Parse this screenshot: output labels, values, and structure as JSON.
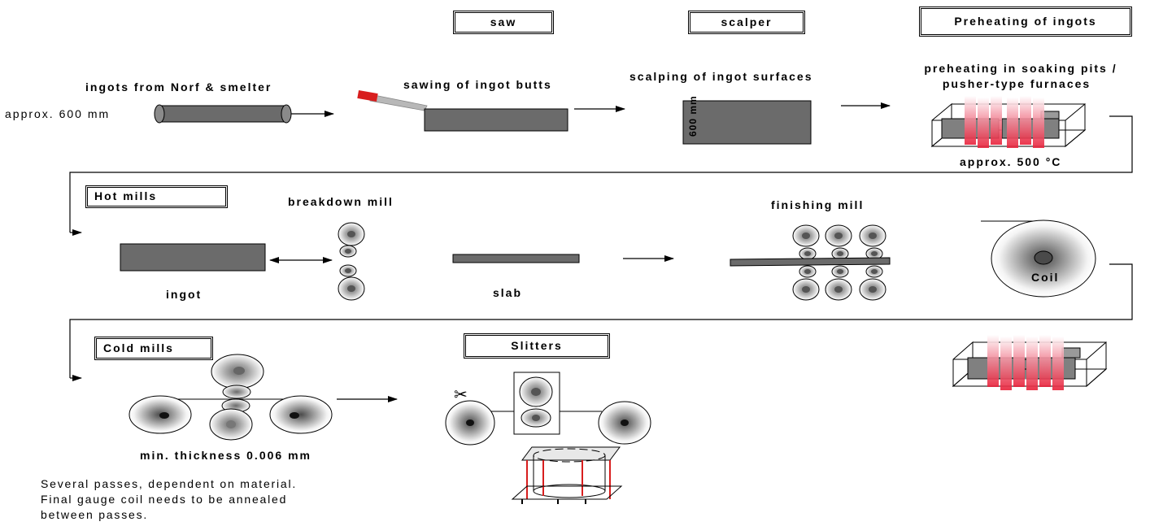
{
  "boxes": {
    "saw": "saw",
    "scalper": "scalper",
    "preheating": "Preheating of ingots",
    "hot_mills": "Hot mills",
    "cold_mills": "Cold mills",
    "slitters": "Slitters"
  },
  "labels": {
    "ingots_from": "ingots from Norf & smelter",
    "approx_600": "approx. 600 mm",
    "sawing": "sawing of ingot butts",
    "scalping": "scalping of ingot surfaces",
    "ingot_dim": "600 mm",
    "preheat_line1": "preheating in soaking pits /",
    "preheat_line2": "pusher-type furnaces",
    "approx_500": "approx. 500 °C",
    "breakdown_mill": "breakdown mill",
    "finishing_mill": "finishing mill",
    "ingot": "ingot",
    "slab": "slab",
    "coil": "Coil",
    "min_thickness": "min. thickness 0.006 mm"
  },
  "notes": {
    "line1": "Several passes, dependent on material.",
    "line2": "Final gauge coil needs to be annealed",
    "line3": "between passes."
  },
  "colors": {
    "metal": "#6b6b6b",
    "heat": "#e8213a",
    "saw_blade": "#b8b8b8",
    "saw_handle": "#d81e1e"
  }
}
